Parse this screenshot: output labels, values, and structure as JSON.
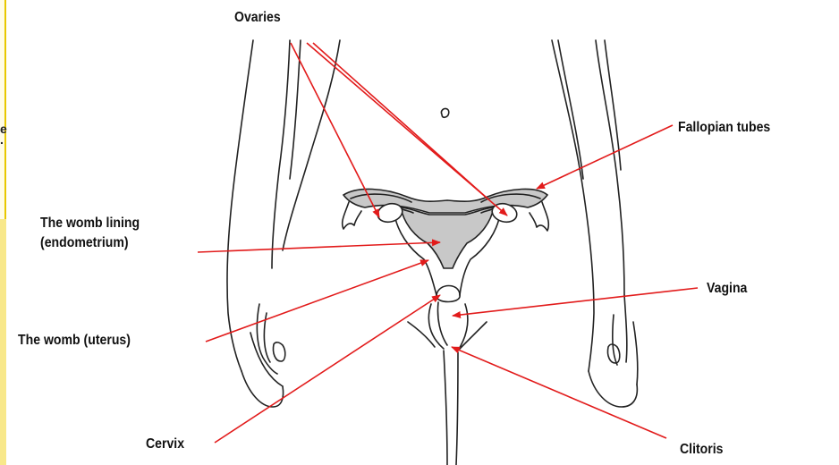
{
  "diagram": {
    "labels": {
      "ovaries": "Ovaries",
      "fallopian_tubes": "Fallopian tubes",
      "womb_lining": "The womb lining",
      "womb_lining_sub": "(endometrium)",
      "vagina": "Vagina",
      "womb": "The womb (uterus)",
      "cervix": "Cervix",
      "clitoris": "Clitoris"
    },
    "edge_fragments": [
      "e",
      "."
    ],
    "colors": {
      "leader_lines": "#e21b1b",
      "uterus_fill": "#c8c8c8",
      "outline": "#222222",
      "edge_strip": "#f8e88a"
    }
  }
}
